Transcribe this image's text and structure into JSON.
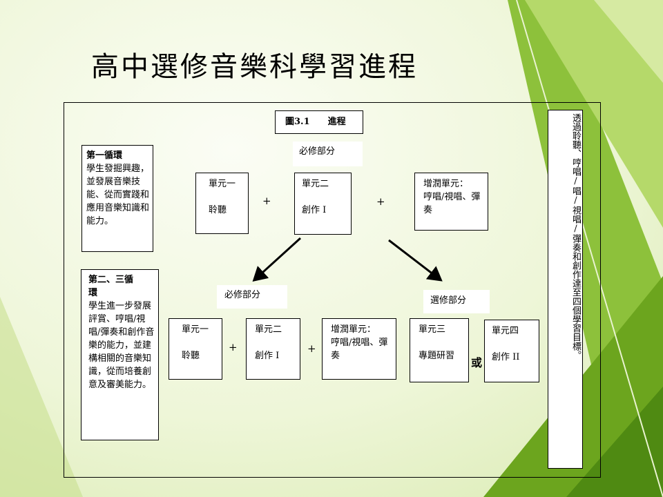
{
  "title": "高中選修音樂科學習進程",
  "figure_caption": "圖3.1　　進程",
  "cycle1": {
    "heading": "第一循環",
    "body": "學生發掘興趣，並發展音樂技能、從而實踐和應用音樂知識和能力。"
  },
  "cycle23": {
    "heading": "第二、三循環",
    "body": "學生進一步發展評賞、哼唱/視唱/彈奏和創作音樂的能力，並建構相關的音樂知識，從而培養創意及審美能力。"
  },
  "top": {
    "compulsory_label": "必修部分",
    "unit1": {
      "name": "單元一",
      "topic": "聆聽"
    },
    "unit2": {
      "name": "單元二",
      "topic": "創作 I"
    },
    "extended": {
      "name": "增潤單元：",
      "topic": "哼唱/視唱、彈奏"
    },
    "plus": "+"
  },
  "bottom": {
    "compulsory_label": "必修部分",
    "elective_label": "選修部分",
    "unit1": {
      "name": "單元一",
      "topic": "聆聽"
    },
    "unit2": {
      "name": "單元二",
      "topic": "創作 I"
    },
    "extended": {
      "name": "增潤單元：",
      "topic": "哼唱/視唱、彈奏"
    },
    "unit3": {
      "name": "單元三",
      "topic": "專題研習"
    },
    "unit4": {
      "name": "單元四",
      "topic": "創作 II"
    },
    "plus": "+",
    "or": "或"
  },
  "side_text": "透過聆聽、哼唱/唱/視唱/彈奏和創作達至四個學習目標。",
  "colors": {
    "bg_light": "#f6f9ec",
    "bg_mid": "#e6f1c8",
    "green_dark": "#6ca51e",
    "green_mid": "#8dc13b",
    "green_light": "#b5d96a",
    "line": "#000000"
  }
}
